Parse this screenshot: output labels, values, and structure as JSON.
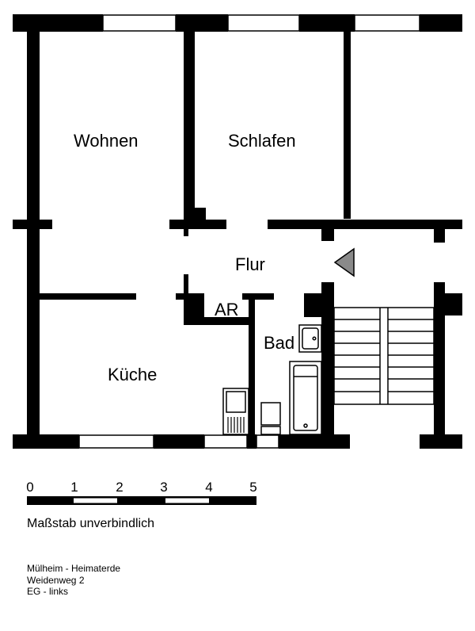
{
  "rooms": {
    "wohnen": "Wohnen",
    "schlafen": "Schlafen",
    "flur": "Flur",
    "ar": "AR",
    "bad": "Bad",
    "kueche": "Küche"
  },
  "scale": {
    "ticks": [
      "0",
      "1",
      "2",
      "3",
      "4",
      "5"
    ],
    "caption": "Maßstab unverbindlich"
  },
  "address": {
    "line1": "Mülheim - Heimaterde",
    "line2": "Weidenweg 2",
    "line3": "EG - links"
  },
  "colors": {
    "wall": "#000000",
    "background": "#ffffff",
    "entrance_marker": "#8a8a8a"
  },
  "icons": {
    "entrance": "entrance-triangle-icon",
    "stove": "stove-icon",
    "sink": "sink-icon",
    "bathtub": "bathtub-icon",
    "toilet": "toilet-icon",
    "stairs": "staircase-icon"
  }
}
